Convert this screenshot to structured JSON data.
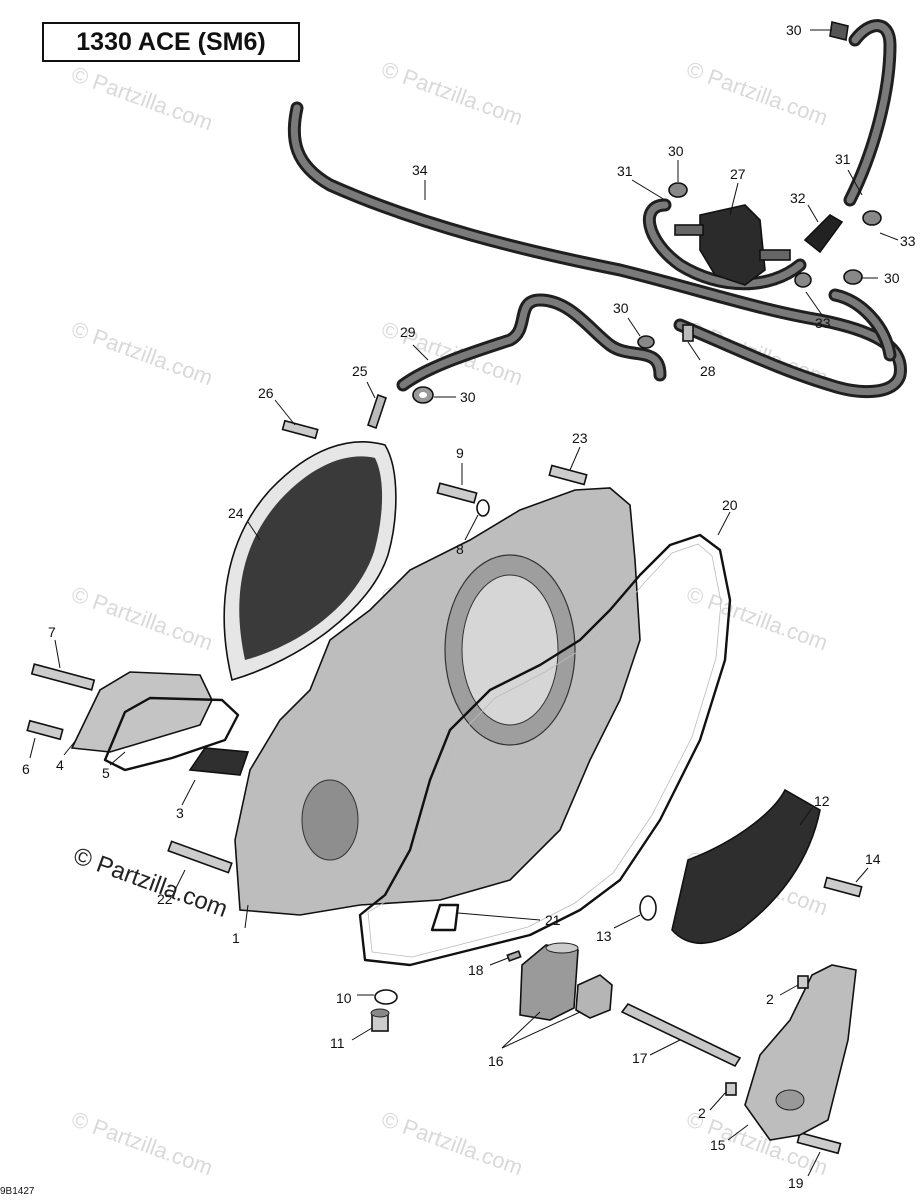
{
  "title": "1330 ACE (SM6)",
  "watermark": "© Partzilla.com",
  "document_number": "9B1427",
  "callouts": {
    "c1": "1",
    "c2a": "2",
    "c2b": "2",
    "c3": "3",
    "c4": "4",
    "c5": "5",
    "c6": "6",
    "c7": "7",
    "c8": "8",
    "c9": "9",
    "c10": "10",
    "c11": "11",
    "c12": "12",
    "c13": "13",
    "c14": "14",
    "c15": "15",
    "c16": "16",
    "c17": "17",
    "c18": "18",
    "c19": "19",
    "c20": "20",
    "c21": "21",
    "c22": "22",
    "c23": "23",
    "c24": "24",
    "c25": "25",
    "c26": "26",
    "c27": "27",
    "c28": "28",
    "c29": "29",
    "c30a": "30",
    "c30b": "30",
    "c30c": "30",
    "c30d": "30",
    "c30e": "30",
    "c31a": "31",
    "c31b": "31",
    "c32": "32",
    "c33a": "33",
    "c33b": "33",
    "c34": "34"
  }
}
